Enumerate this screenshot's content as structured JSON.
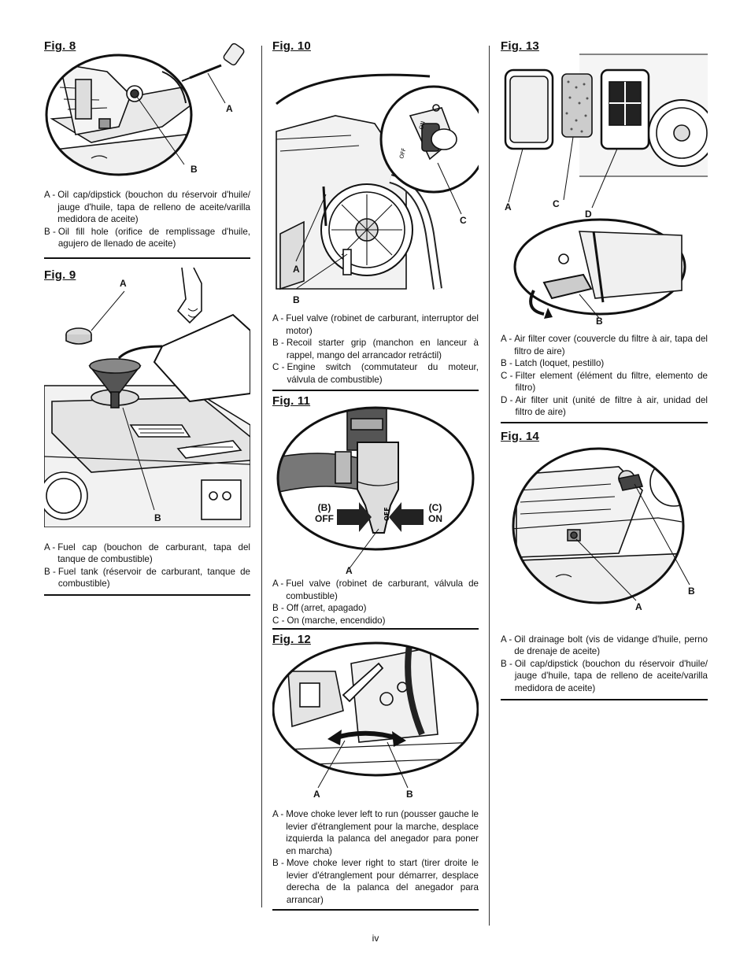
{
  "page_number": "iv",
  "figures": {
    "fig8": {
      "title": "Fig. 8",
      "labels": {
        "a": "A",
        "b": "B"
      },
      "legend": [
        {
          "key": "A -",
          "text": "Oil cap/dipstick (bouchon du réservoir d'huile/ jauge d'huile, tapa de relleno de aceite/varilla medidora de aceite)"
        },
        {
          "key": "B -",
          "text": "Oil fill hole (orifice de remplissage d'huile, agujero de llenado de aceite)"
        }
      ]
    },
    "fig9": {
      "title": "Fig. 9",
      "labels": {
        "a": "A",
        "b": "B"
      },
      "legend": [
        {
          "key": "A -",
          "text": "Fuel cap (bouchon de carburant, tapa del tanque de combustible)"
        },
        {
          "key": "B -",
          "text": "Fuel tank (réservoir de carburant, tanque de combustible)"
        }
      ]
    },
    "fig10": {
      "title": "Fig. 10",
      "labels": {
        "a": "A",
        "b": "B",
        "c": "C"
      },
      "switch_text": {
        "off": "OFF",
        "on": "ON"
      },
      "legend": [
        {
          "key": "A -",
          "text": "Fuel valve (robinet de carburant, interruptor del motor)"
        },
        {
          "key": "B -",
          "text": "Recoil starter grip (manchon en lanceur à rappel, mango del arrancador retráctil)"
        },
        {
          "key": "C -",
          "text": "Engine switch (commutateur du moteur, válvula de combustible)"
        }
      ]
    },
    "fig11": {
      "title": "Fig. 11",
      "labels": {
        "a": "A",
        "b_key": "(B)",
        "b_word": "OFF",
        "c_key": "(C)",
        "c_word": "ON",
        "valve_text": "OFF"
      },
      "legend": [
        {
          "key": "A -",
          "text": "Fuel valve (robinet de carburant, válvula de combustible)"
        },
        {
          "key": "B -",
          "text": "Off (arret, apagado)"
        },
        {
          "key": "C -",
          "text": "On (marche, encendido)"
        }
      ]
    },
    "fig12": {
      "title": "Fig. 12",
      "labels": {
        "a": "A",
        "b": "B"
      },
      "legend": [
        {
          "key": "A -",
          "text": "Move choke lever left to run (pousser gauche le levier d'étranglement pour la marche, desplace izquierda la palanca del anegador para poner en marcha)"
        },
        {
          "key": "B -",
          "text": "Move choke lever right to start (tirer droite le levier d'étranglement pour démarrer, desplace derecha de la palanca del anegador para arrancar)"
        }
      ]
    },
    "fig13": {
      "title": "Fig. 13",
      "labels": {
        "a": "A",
        "b": "B",
        "c": "C",
        "d": "D"
      },
      "legend": [
        {
          "key": "A -",
          "text": "Air filter cover (couvercle du filtre à air, tapa del filtro de aire)"
        },
        {
          "key": "B -",
          "text": "Latch (loquet, pestillo)"
        },
        {
          "key": "C -",
          "text": "Filter element (élément du filtre, elemento de filtro)"
        },
        {
          "key": "D -",
          "text": "Air filter unit (unité de filtre à air, unidad del filtro de aire)"
        }
      ]
    },
    "fig14": {
      "title": "Fig. 14",
      "labels": {
        "a": "A",
        "b": "B"
      },
      "legend": [
        {
          "key": "A -",
          "text": "Oil drainage bolt (vis de vidange d'huile, perno de drenaje de aceite)"
        },
        {
          "key": "B -",
          "text": "Oil cap/dipstick (bouchon du réservoir d'huile/ jauge d'huile, tapa de relleno de aceite/varilla medidora de aceite)"
        }
      ]
    }
  }
}
